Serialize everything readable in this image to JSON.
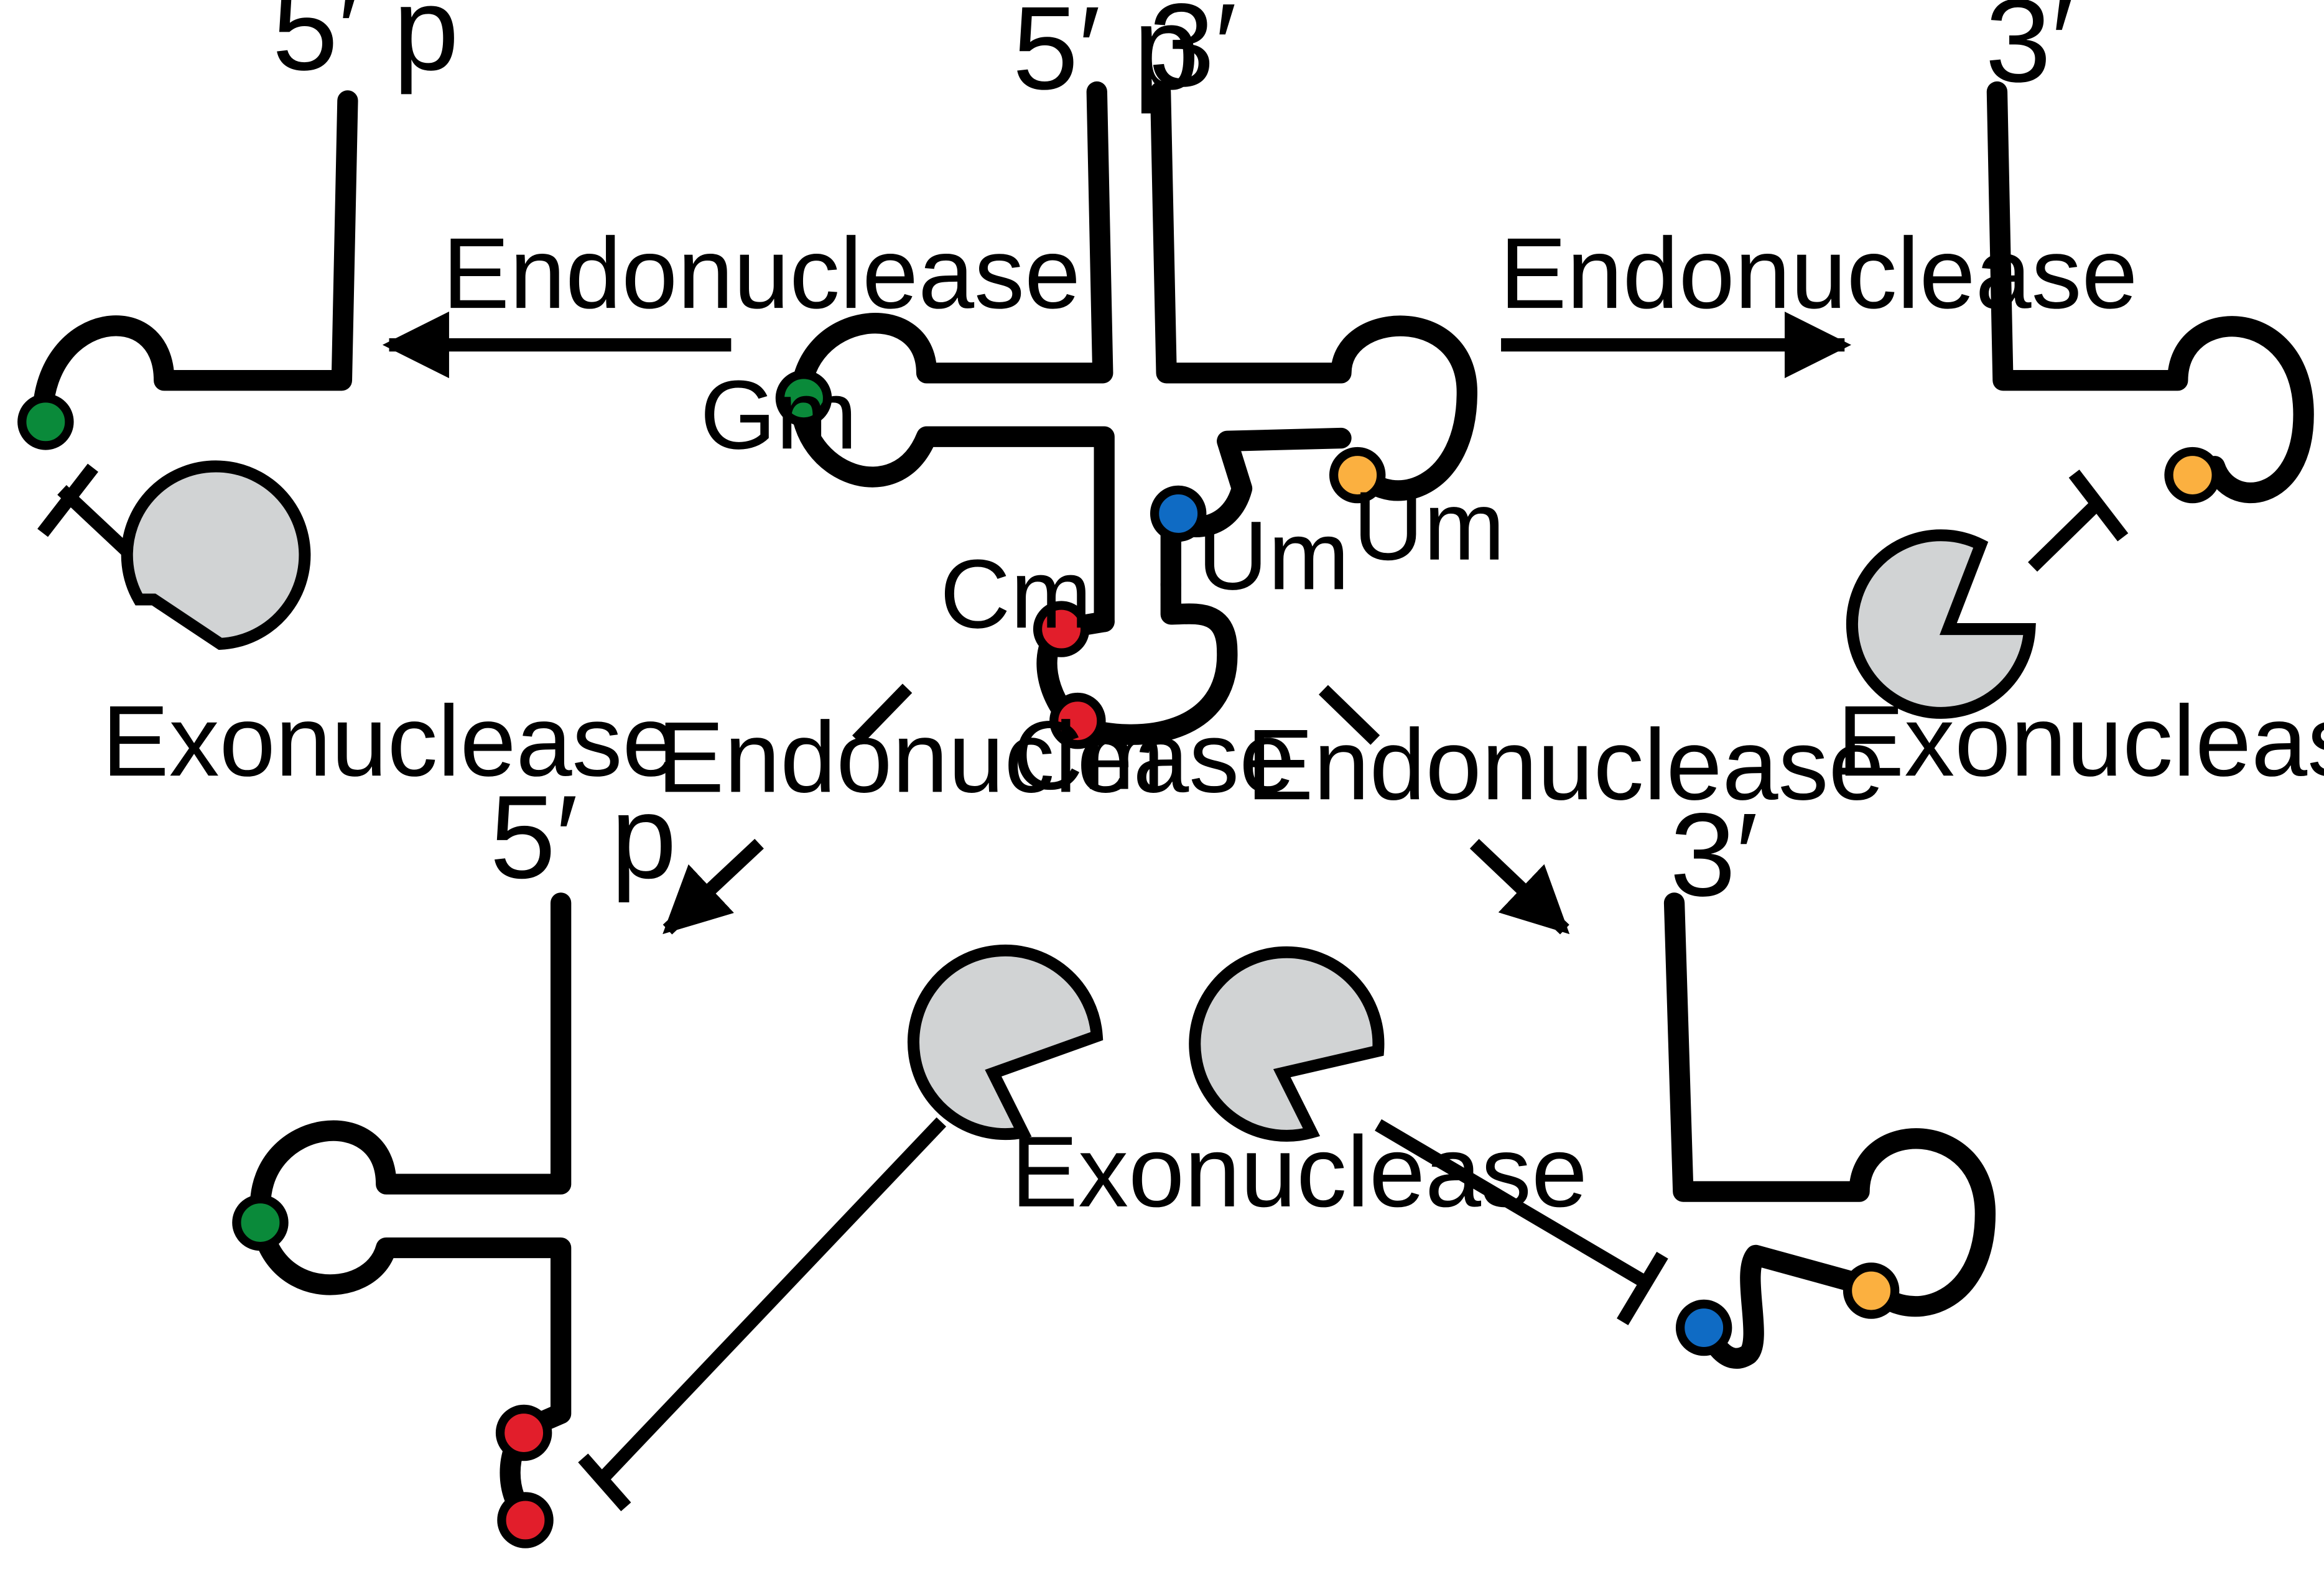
{
  "colors": {
    "gm": "#0a8a3a",
    "cm": "#e21e2b",
    "um_blue": "#0f6bc4",
    "um_orange": "#fbb040",
    "exonuclease": "#d1d3d4"
  },
  "labels": {
    "five_prime_p": "5′ p",
    "three_prime": "3′",
    "gm": "Gm",
    "cm": "Cm",
    "um": "Um",
    "endonuclease": "Endonuclease",
    "exonuclease": "Exonuclease"
  }
}
